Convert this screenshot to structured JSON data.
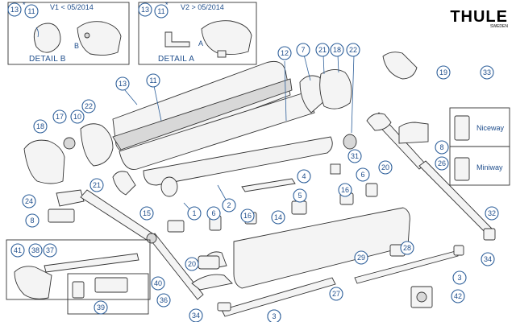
{
  "brand": {
    "name": "THULE",
    "sub": "SWEDEN"
  },
  "detail_b": {
    "versions": "V1 < 05/2014",
    "title": "DETAIL B",
    "mark": "B",
    "callouts": [
      "13",
      "11"
    ]
  },
  "detail_a": {
    "versions": "V2 > 05/2014",
    "title": "DETAIL A",
    "mark": "A",
    "callouts": [
      "13",
      "11"
    ]
  },
  "switch_panel": {
    "labels": [
      "Niceway",
      "Miniway"
    ]
  },
  "callouts": [
    "1",
    "2",
    "3",
    "3",
    "3",
    "4",
    "5",
    "6",
    "6",
    "7",
    "8",
    "8",
    "10",
    "11",
    "12",
    "13",
    "14",
    "15",
    "16",
    "16",
    "17",
    "18",
    "18",
    "19",
    "20",
    "20",
    "21",
    "21",
    "22",
    "22",
    "24",
    "26",
    "27",
    "28",
    "29",
    "31",
    "32",
    "33",
    "34",
    "34",
    "36",
    "37",
    "38",
    "39",
    "40",
    "41",
    "42"
  ]
}
